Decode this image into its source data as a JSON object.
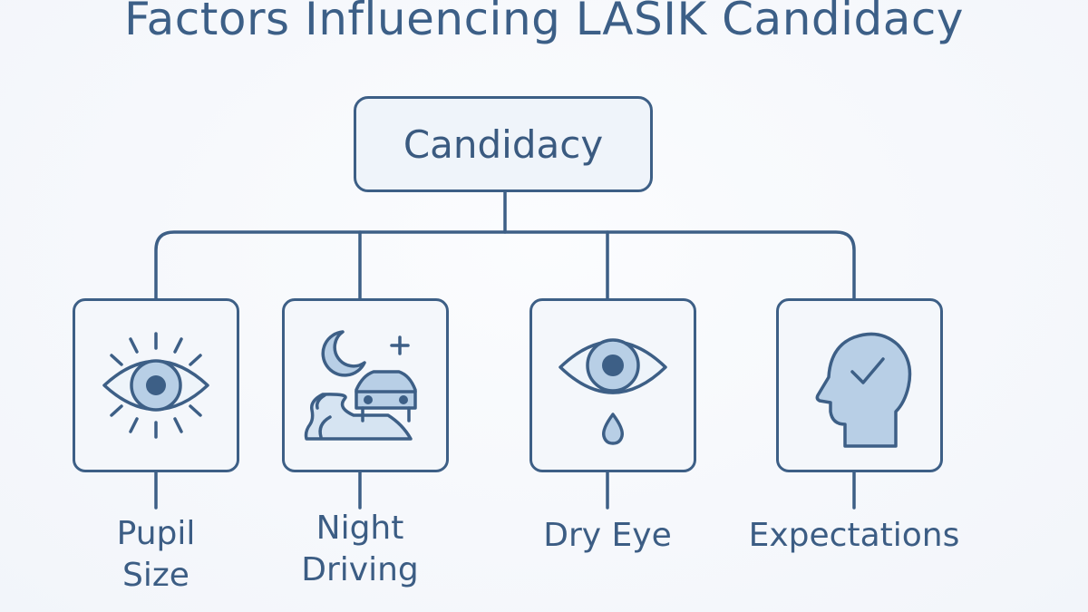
{
  "title": "Factors Influencing LASIK Candidacy",
  "root": {
    "label": "Candidacy"
  },
  "factors": [
    {
      "id": "pupil-size",
      "label_lines": [
        "Pupil",
        "Size"
      ],
      "icon": "eye-rays-icon"
    },
    {
      "id": "night-driving",
      "label_lines": [
        "Night",
        "Driving"
      ],
      "icon": "moon-car-icon"
    },
    {
      "id": "dry-eye",
      "label_lines": [
        "Dry Eye"
      ],
      "icon": "eye-tear-icon"
    },
    {
      "id": "expectations",
      "label_lines": [
        "Expectations"
      ],
      "icon": "head-check-icon"
    }
  ],
  "colors": {
    "outline": "#3d5f86",
    "text": "#3c5d84",
    "icon_fill": "#b8cfe6",
    "icon_light": "#d6e4f2",
    "background": "#f5f7fb"
  }
}
